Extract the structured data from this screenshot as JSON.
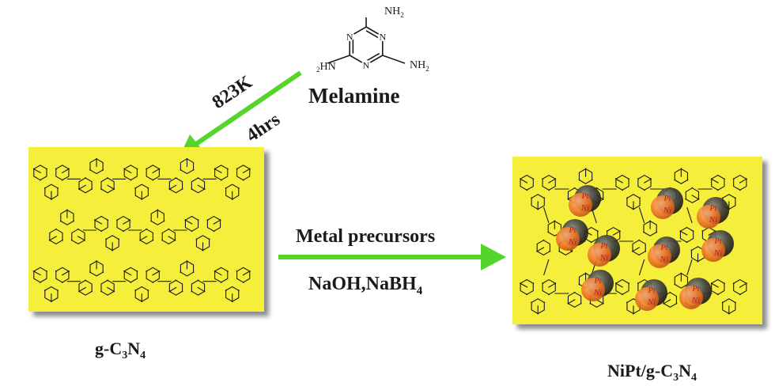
{
  "melamine": {
    "name": "Melamine",
    "top_group": "NH",
    "top_sub": "2",
    "right_group": "NH",
    "right_sub": "2",
    "left_sub": "2",
    "left_group": "HN",
    "ring_atom": "N"
  },
  "reaction1": {
    "temperature": "823K",
    "time": "4hrs",
    "arrow_color": "#55d42a"
  },
  "reaction2": {
    "reagent_top": "Metal precursors",
    "reagent_bottom_main": "NaOH,NaBH",
    "reagent_bottom_sub": "4",
    "arrow_color": "#55d42a"
  },
  "panel_left": {
    "label_main": "g-C",
    "label_sub1": "3",
    "label_mid": "N",
    "label_sub2": "4",
    "fill_color": "#f5ee3a"
  },
  "panel_right": {
    "label_main": "NiPt/g-C",
    "label_sub1": "3",
    "label_mid": "N",
    "label_sub2": "4",
    "fill_color": "#f5ee3a"
  },
  "nanoparticle": {
    "pt_label": "Pt",
    "ni_label": "Ni",
    "pt_color": "#3a3a3a",
    "ni_color": "#f07a2a"
  }
}
